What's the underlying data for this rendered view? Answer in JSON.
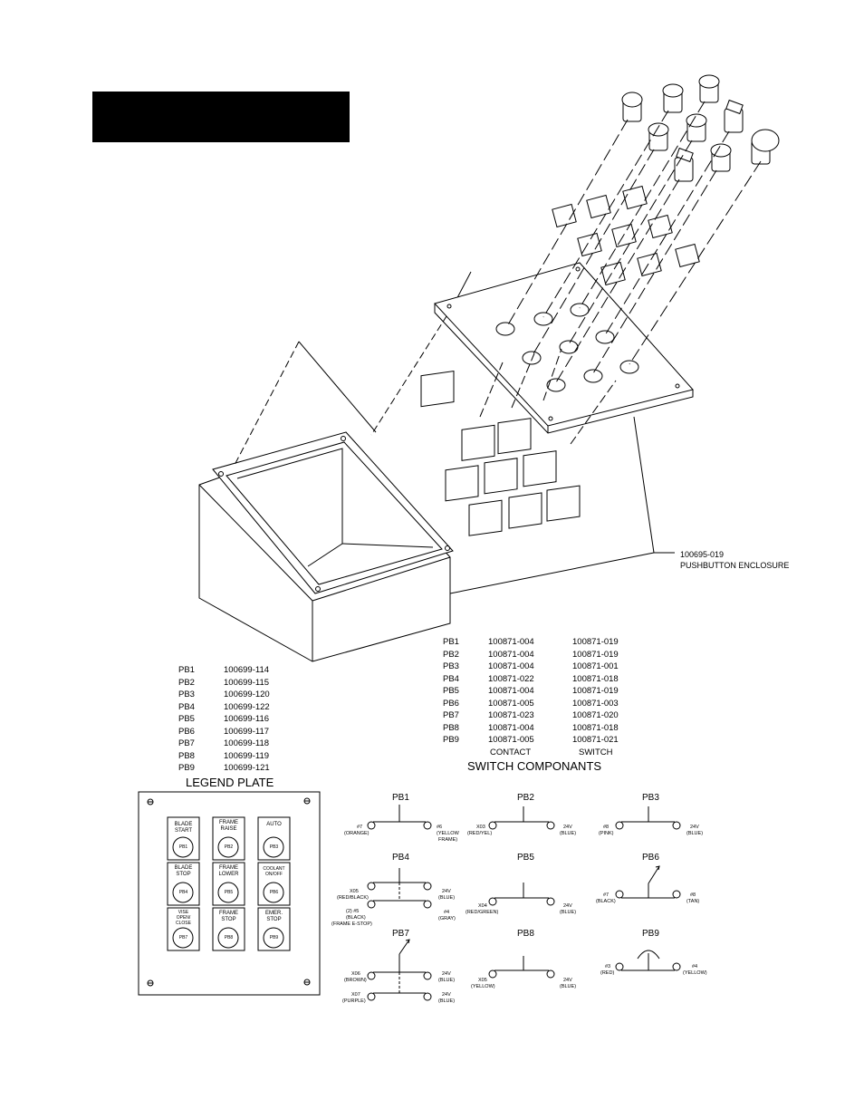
{
  "enclosure": {
    "part_number": "100695-019",
    "name": "PUSHBUTTON ENCLOSURE"
  },
  "legend_plate": {
    "title": "LEGEND PLATE",
    "rows": [
      {
        "id": "PB1",
        "part": "100699-114"
      },
      {
        "id": "PB2",
        "part": "100699-115"
      },
      {
        "id": "PB3",
        "part": "100699-120"
      },
      {
        "id": "PB4",
        "part": "100699-122"
      },
      {
        "id": "PB5",
        "part": "100699-116"
      },
      {
        "id": "PB6",
        "part": "100699-117"
      },
      {
        "id": "PB7",
        "part": "100699-118"
      },
      {
        "id": "PB8",
        "part": "100699-119"
      },
      {
        "id": "PB9",
        "part": "100699-121"
      }
    ],
    "buttons": [
      {
        "line1": "BLADE",
        "line2": "START",
        "line3": "",
        "code": "PB1"
      },
      {
        "line1": "FRAME",
        "line2": "RAISE",
        "line3": "",
        "code": "PB2"
      },
      {
        "line1": "AUTO",
        "line2": "",
        "line3": "",
        "code": "PB3"
      },
      {
        "line1": "BLADE",
        "line2": "STOP",
        "line3": "",
        "code": "PB4"
      },
      {
        "line1": "FRAME",
        "line2": "LOWER",
        "line3": "",
        "code": "PB5"
      },
      {
        "line1": "COOLANT",
        "line2": "ON/OFF",
        "line3": "",
        "code": "PB6"
      },
      {
        "line1": "VISE",
        "line2": "OPEN/",
        "line3": "CLOSE",
        "code": "PB7"
      },
      {
        "line1": "FRAME",
        "line2": "STOP",
        "line3": "",
        "code": "PB8"
      },
      {
        "line1": "EMER.",
        "line2": "STOP",
        "line3": "",
        "code": "PB9"
      }
    ]
  },
  "switch_components": {
    "title": "SWITCH COMPONANTS",
    "col_contact": "CONTACT",
    "col_switch": "SWITCH",
    "rows": [
      {
        "id": "PB1",
        "contact": "100871-004",
        "switch": "100871-019"
      },
      {
        "id": "PB2",
        "contact": "100871-004",
        "switch": "100871-019"
      },
      {
        "id": "PB3",
        "contact": "100871-004",
        "switch": "100871-001"
      },
      {
        "id": "PB4",
        "contact": "100871-022",
        "switch": "100871-018"
      },
      {
        "id": "PB5",
        "contact": "100871-004",
        "switch": "100871-019"
      },
      {
        "id": "PB6",
        "contact": "100871-005",
        "switch": "100871-003"
      },
      {
        "id": "PB7",
        "contact": "100871-023",
        "switch": "100871-020"
      },
      {
        "id": "PB8",
        "contact": "100871-004",
        "switch": "100871-018"
      },
      {
        "id": "PB9",
        "contact": "100871-005",
        "switch": "100871-021"
      }
    ]
  },
  "schematics": {
    "pb1": {
      "title": "PB1",
      "left": [
        "#7",
        "(ORANGE)"
      ],
      "right": [
        "#6",
        "(YELLOW",
        "FRAME)"
      ]
    },
    "pb2": {
      "title": "PB2",
      "left": [
        "X03",
        "(RED/YEL)"
      ],
      "right": [
        "24V",
        "(BLUE)"
      ]
    },
    "pb3": {
      "title": "PB3",
      "left": [
        "#8",
        "(PINK)"
      ],
      "right": [
        "24V",
        "(BLUE)"
      ]
    },
    "pb4": {
      "title": "PB4",
      "left_top": [
        "X05",
        "(RED/BLACK)"
      ],
      "right_top": [
        "24V",
        "(BLUE)"
      ],
      "left_bot": [
        "(2) #5",
        "(BLACK)",
        "(FRAME E-STOP)"
      ],
      "right_bot": [
        "#4",
        "(GRAY)"
      ]
    },
    "pb5": {
      "title": "PB5",
      "left": [
        "X04",
        "(RED/GREEN)"
      ],
      "right": [
        "24V",
        "(BLUE)"
      ]
    },
    "pb6": {
      "title": "PB6",
      "left": [
        "#7",
        "(BLACK)"
      ],
      "right": [
        "#8",
        "(TAN)"
      ]
    },
    "pb7": {
      "title": "PB7",
      "left_top": [
        "X06",
        "(BROWN)"
      ],
      "right_top": [
        "24V",
        "(BLUE)"
      ],
      "left_bot": [
        "X07",
        "(PURPLE)"
      ],
      "right_bot": [
        "24V",
        "(BLUE)"
      ]
    },
    "pb8": {
      "title": "PB8",
      "left": [
        "X05",
        "(YELLOW)"
      ],
      "right": [
        "24V",
        "(BLUE)"
      ]
    },
    "pb9": {
      "title": "PB9",
      "left": [
        "#3",
        "(RED)"
      ],
      "right": [
        "#4",
        "(YELLOW)"
      ]
    }
  }
}
